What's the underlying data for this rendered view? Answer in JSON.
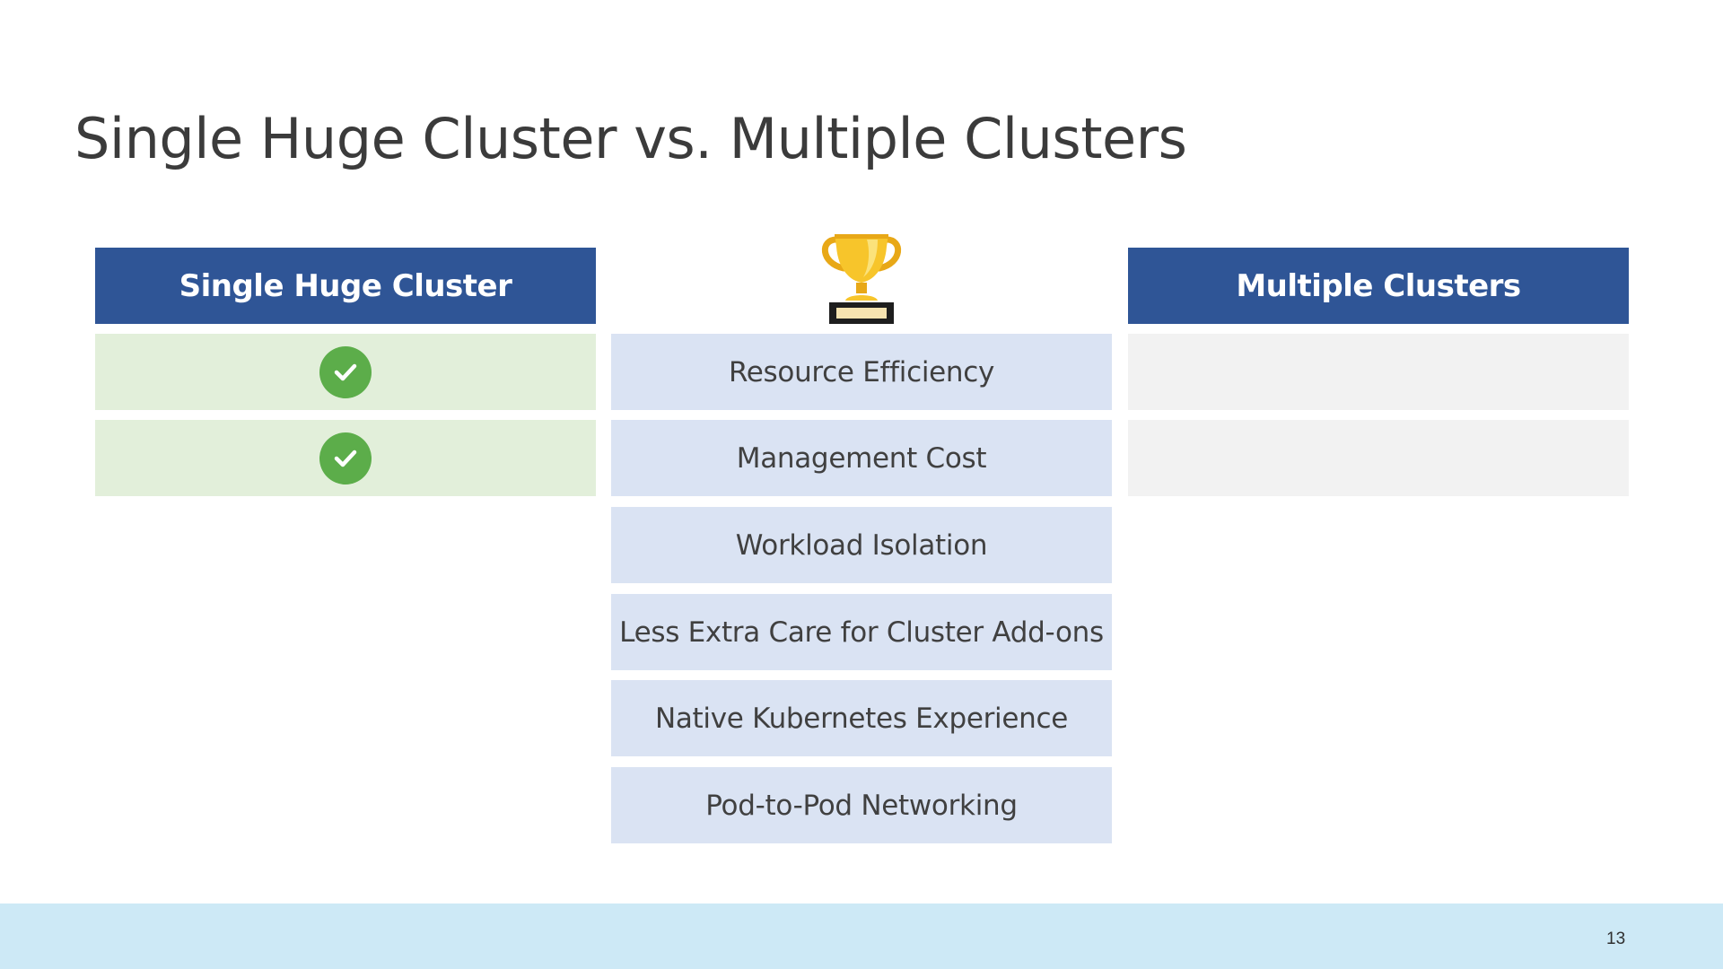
{
  "slide": {
    "title": "Single Huge Cluster vs. Multiple Clusters",
    "page_number": "13"
  },
  "columns": {
    "left_header": "Single Huge Cluster",
    "right_header": "Multiple Clusters",
    "center_icon": "trophy-icon"
  },
  "criteria": [
    {
      "label": "Resource Efficiency",
      "winner": "left"
    },
    {
      "label": "Management Cost",
      "winner": "left"
    },
    {
      "label": "Workload Isolation",
      "winner": ""
    },
    {
      "label": "Less Extra Care for Cluster Add-ons",
      "winner": ""
    },
    {
      "label": "Native Kubernetes Experience",
      "winner": ""
    },
    {
      "label": "Pod-to-Pod Networking",
      "winner": ""
    }
  ],
  "icons": {
    "check": "check-circle-icon"
  },
  "colors": {
    "header_bg": "#2f5596",
    "criteria_bg": "#dae3f3",
    "win_bg": "#e2efda",
    "empty_bg": "#f2f2f2",
    "check_green": "#5cad4a",
    "footer_bg": "#cde9f6"
  }
}
